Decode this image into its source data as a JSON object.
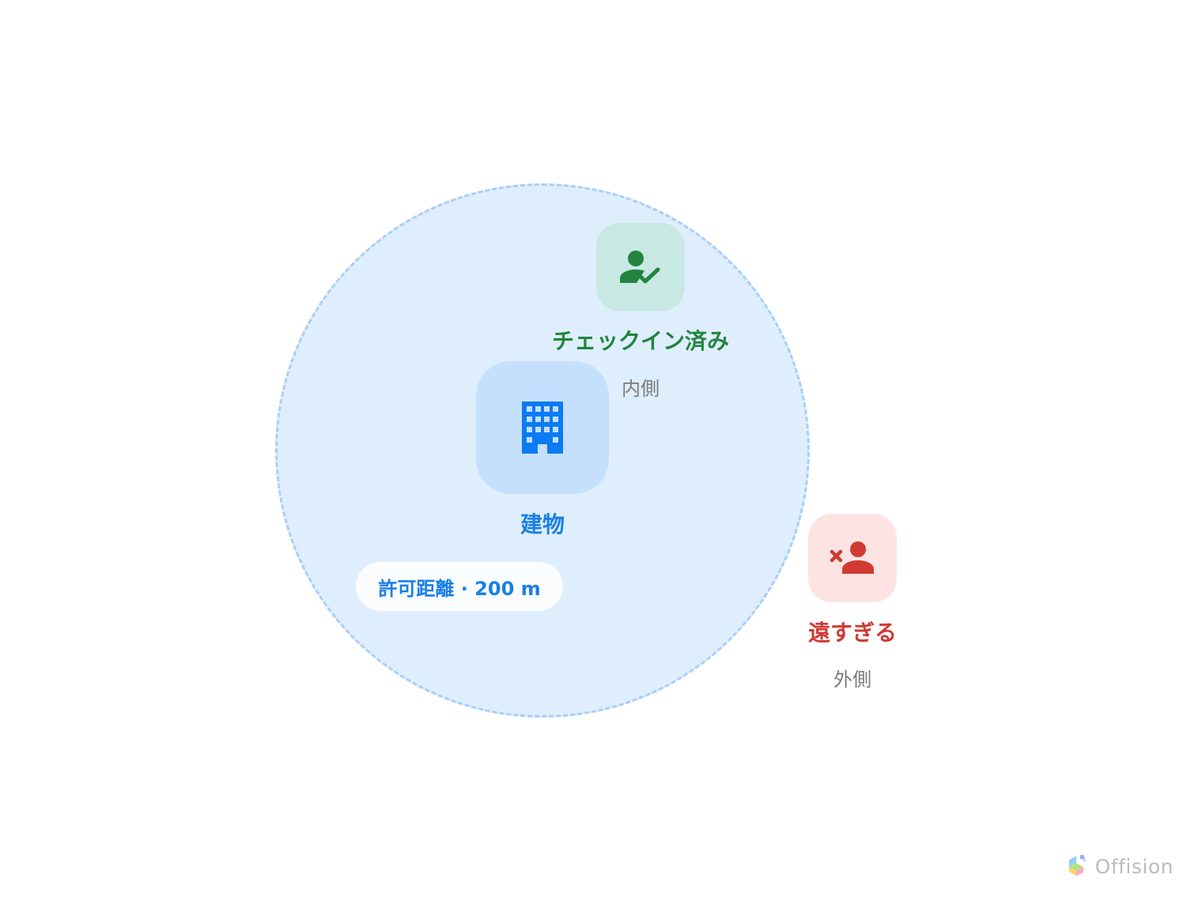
{
  "building": {
    "label": "建物",
    "icon": "building-icon",
    "color": "#1a7fe6",
    "tile_color": "#c4e0fd"
  },
  "geofence": {
    "radius_label": "許可距離 · 200 m",
    "fill_color": "#dfeefd",
    "border_color": "#a9cff6"
  },
  "users": {
    "inside": {
      "status": "チェックイン済み",
      "position": "内側",
      "icon": "person-check-icon",
      "color": "#23843f",
      "tile_color": "#c7e8e3"
    },
    "outside": {
      "status": "遠すぎる",
      "position": "外側",
      "icon": "person-remove-icon",
      "color": "#d03a32",
      "tile_color": "#fde4e3"
    }
  },
  "brand": {
    "name": "Offision",
    "icon": "offision-logo-icon"
  }
}
